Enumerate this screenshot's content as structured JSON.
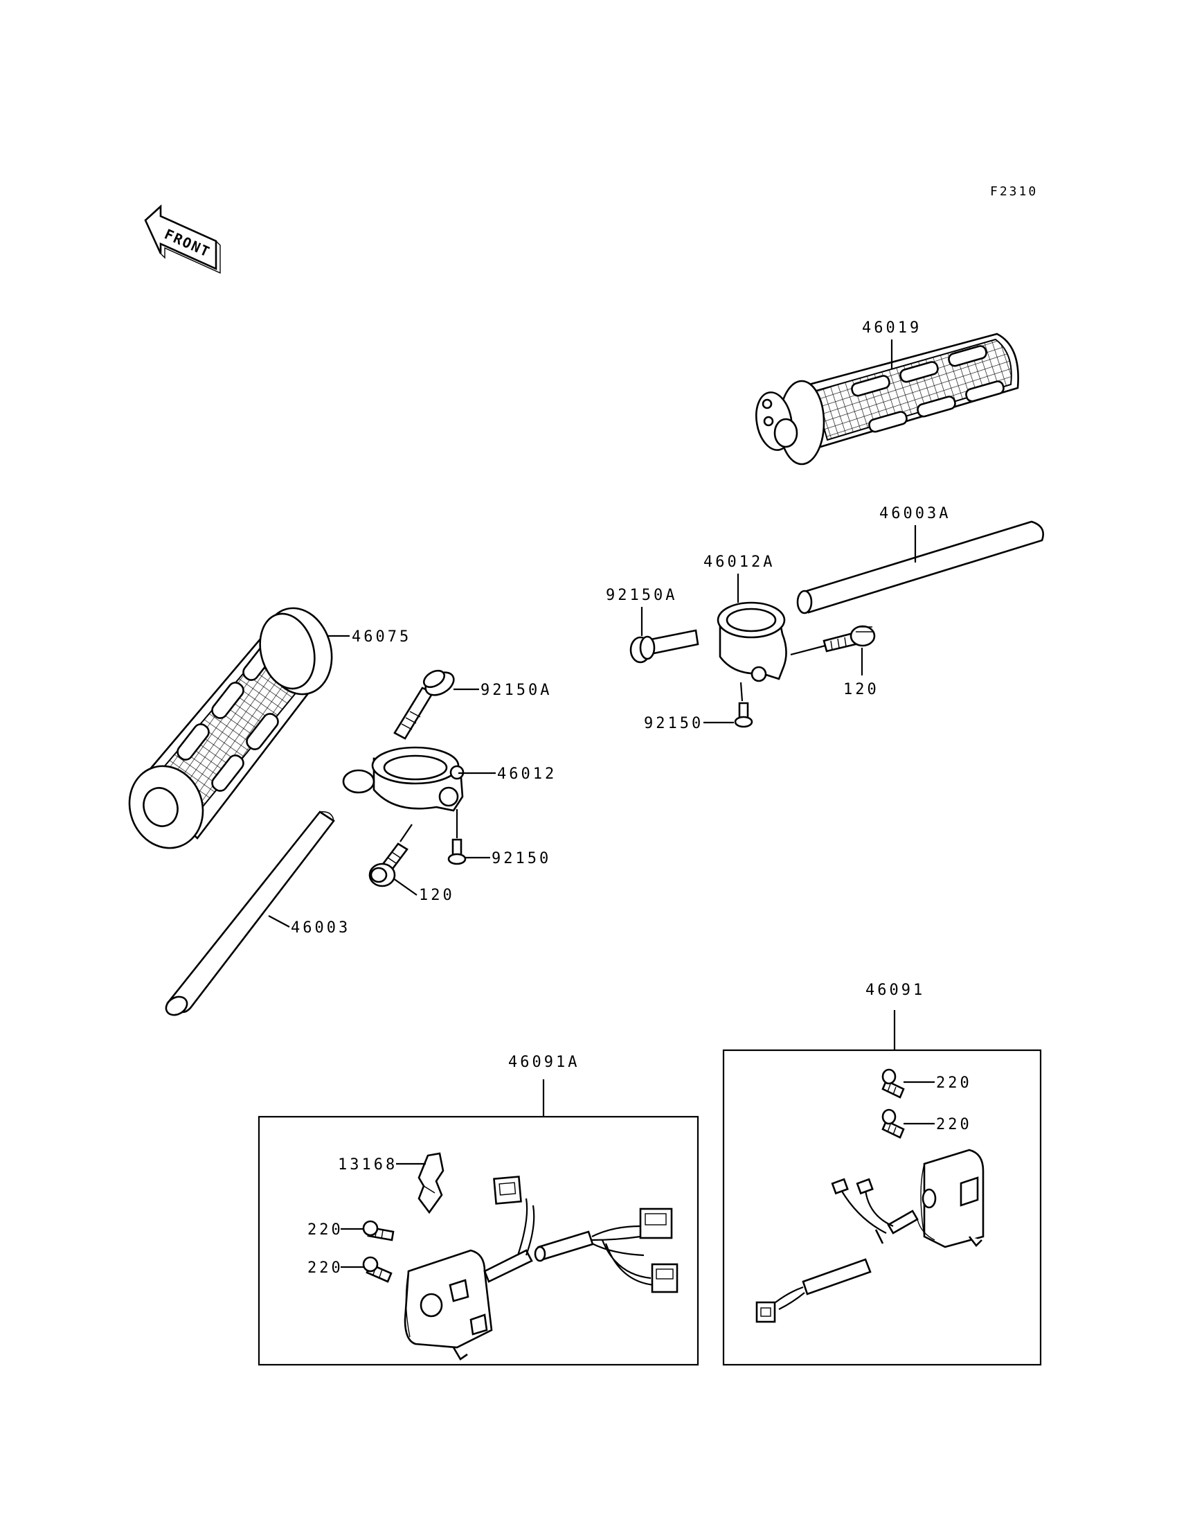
{
  "figure_code": "F2310",
  "front_arrow_label": "FRONT",
  "parts": [
    {
      "id": "p46019",
      "label": "46019"
    },
    {
      "id": "p46003A",
      "label": "46003A"
    },
    {
      "id": "p46012A",
      "label": "46012A"
    },
    {
      "id": "p92150A_r",
      "label": "92150A"
    },
    {
      "id": "p120_r",
      "label": "120"
    },
    {
      "id": "p92150_r",
      "label": "92150"
    },
    {
      "id": "p46075",
      "label": "46075"
    },
    {
      "id": "p92150A_l",
      "label": "92150A"
    },
    {
      "id": "p46012",
      "label": "46012"
    },
    {
      "id": "p92150_l",
      "label": "92150"
    },
    {
      "id": "p120_l",
      "label": "120"
    },
    {
      "id": "p46003",
      "label": "46003"
    },
    {
      "id": "p46091",
      "label": "46091"
    },
    {
      "id": "p220_a",
      "label": "220"
    },
    {
      "id": "p220_b",
      "label": "220"
    },
    {
      "id": "p46091A",
      "label": "46091A"
    },
    {
      "id": "p13168",
      "label": "13168"
    },
    {
      "id": "p220_c",
      "label": "220"
    },
    {
      "id": "p220_d",
      "label": "220"
    }
  ]
}
